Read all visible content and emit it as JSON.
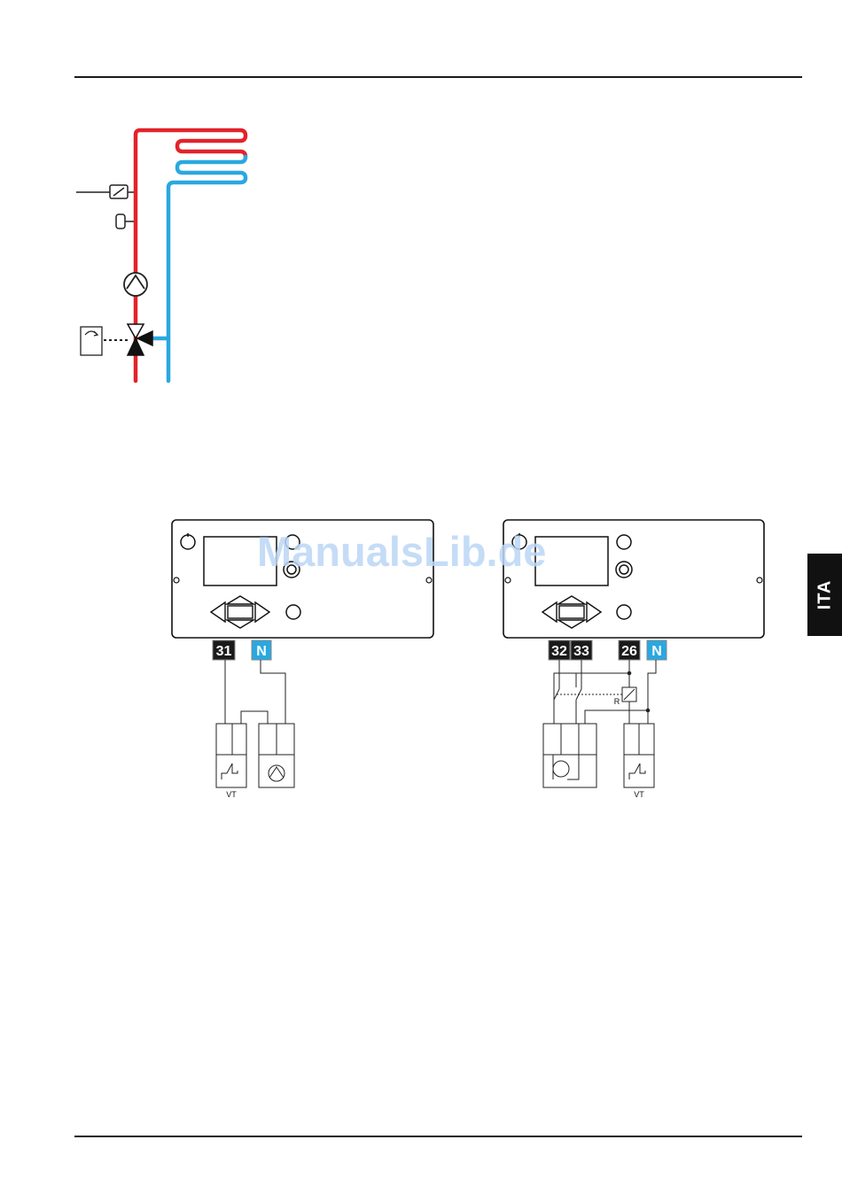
{
  "language_tab": "ITA",
  "watermark": "ManualsLib.de",
  "colors": {
    "flow": "#e3232a",
    "return": "#29a8e0",
    "terminal_dark": "#1a1a1a",
    "terminal_neutral": "#29a8e0"
  },
  "controller_left": {
    "terminals": [
      {
        "label": "31",
        "kind": "dark"
      },
      {
        "label": "N",
        "kind": "neutral"
      }
    ],
    "device_label": "VT"
  },
  "controller_right": {
    "terminals": [
      {
        "label": "32",
        "kind": "dark"
      },
      {
        "label": "33",
        "kind": "dark"
      },
      {
        "label": "26",
        "kind": "dark"
      },
      {
        "label": "N",
        "kind": "neutral"
      }
    ],
    "relay_label": "R",
    "device_label": "VT"
  }
}
